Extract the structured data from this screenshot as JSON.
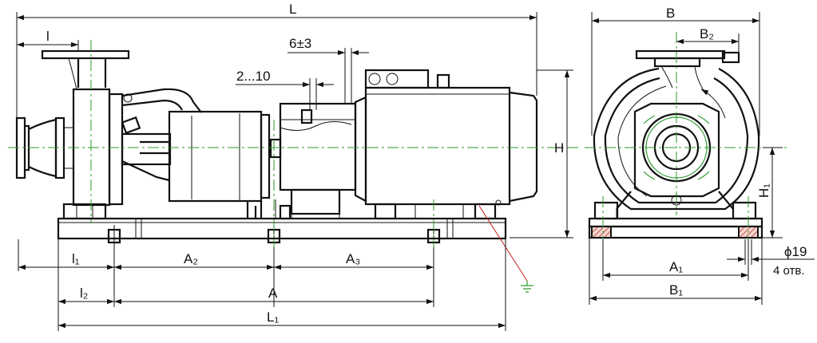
{
  "labels": {
    "L": "L",
    "l": "l",
    "six_pm_three": "6±3",
    "two_ten": "2...10",
    "H": "H",
    "l1": "l₁",
    "A2": "A₂",
    "A3": "A₃",
    "l2": "l₂",
    "A": "A",
    "L1": "L₁",
    "B": "B",
    "B2": "B₂",
    "H1": "H₁",
    "A1": "A₁",
    "B1": "B₁",
    "hole_diameter": "ϕ19",
    "holes_count": "4 отв."
  },
  "colors": {
    "line": "#111111",
    "axis": "#2a9a2a",
    "ground": "#c02020",
    "hatch": "#c0504d"
  }
}
